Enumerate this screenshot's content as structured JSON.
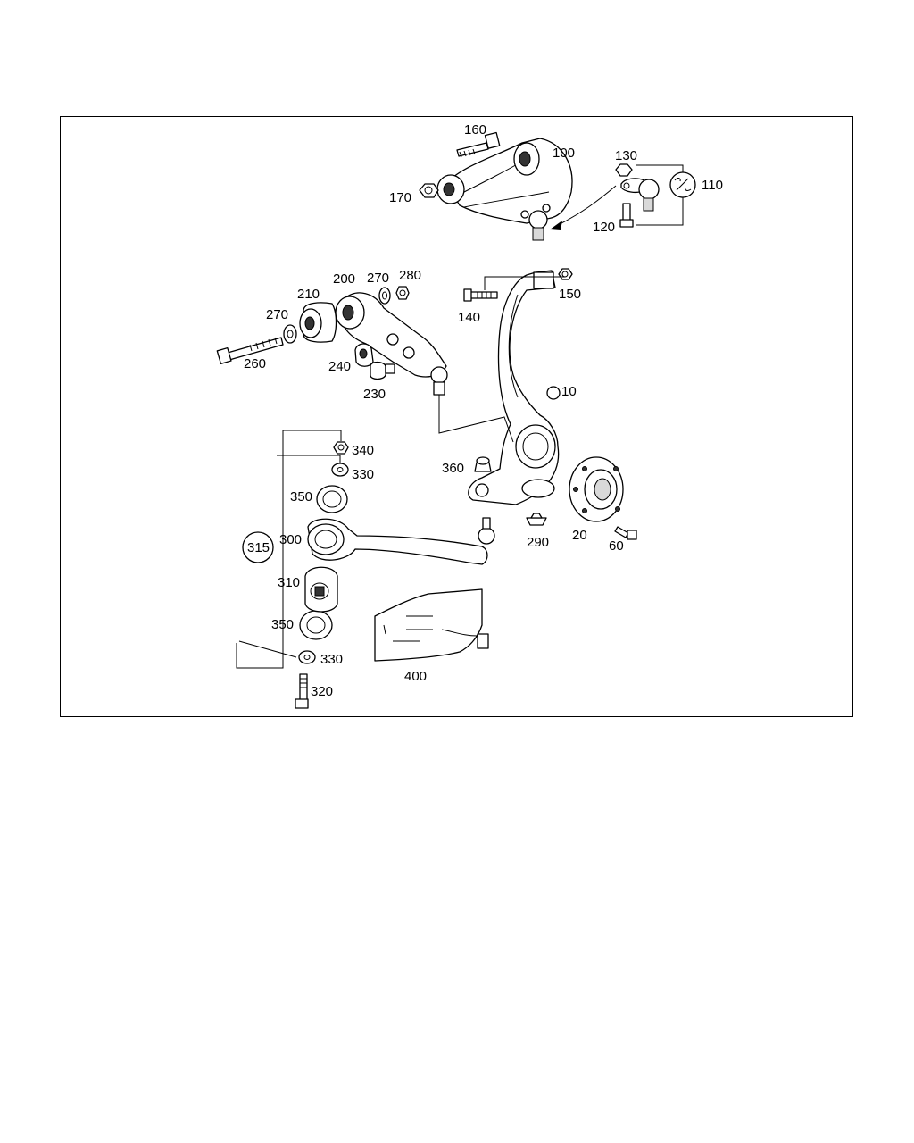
{
  "diagram": {
    "callouts": {
      "c160": "160",
      "c100": "100",
      "c130": "130",
      "c110": "110",
      "c170": "170",
      "c120": "120",
      "c200": "200",
      "c270a": "270",
      "c280": "280",
      "c210": "210",
      "c270b": "270",
      "c260": "260",
      "c240": "240",
      "c230": "230",
      "c140": "140",
      "c150": "150",
      "c10": "10",
      "c340": "340",
      "c330a": "330",
      "c350a": "350",
      "c300": "300",
      "c315": "315",
      "c310": "310",
      "c350b": "350",
      "c330b": "330",
      "c320": "320",
      "c360": "360",
      "c290": "290",
      "c20": "20",
      "c60": "60",
      "c400": "400"
    }
  }
}
